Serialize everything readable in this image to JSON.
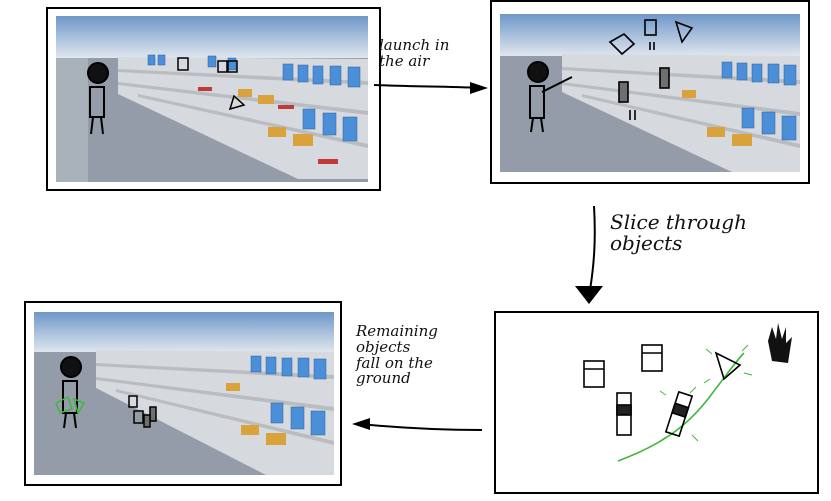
{
  "captions": {
    "launch": "launch in\nthe air",
    "slice": "Slice through\nobjects",
    "fall": "Remaining objects\nfall on the\nground"
  },
  "colors": {
    "sky_top": "#6f97c9",
    "sky_horizon": "#d9e3ec",
    "floor": "#8f98a5",
    "shelf": "#cfd3d8",
    "bottle_blue": "#4a8fd8",
    "slice_green": "#3fb83f",
    "ink": "#000000"
  }
}
